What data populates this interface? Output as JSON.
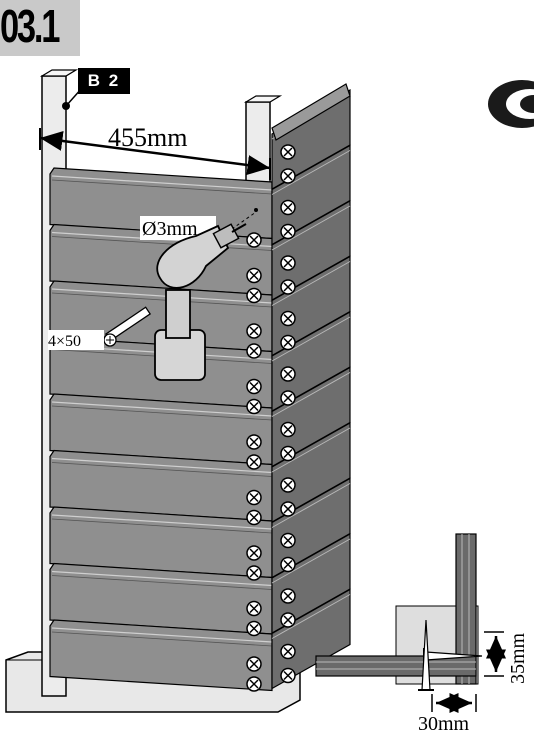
{
  "header": {
    "step_number": "03.1"
  },
  "part_badge": {
    "label": "B 2"
  },
  "dimensions": {
    "post_spacing": "455mm",
    "drill_bit": "Ø3mm",
    "screw_size": "4×50",
    "detail_height": "35mm",
    "detail_width": "30mm"
  },
  "colors": {
    "panel_fill": "#8f8f8f",
    "panel_dark": "#6e6e6e",
    "post_fill": "#ececec",
    "step_box": "#c9c9c9",
    "screw_fill": "#ffffff"
  },
  "icons": {
    "drill": "power-drill-icon",
    "screw": "screw-icon",
    "corner_mark": "circular-arrow-icon"
  }
}
